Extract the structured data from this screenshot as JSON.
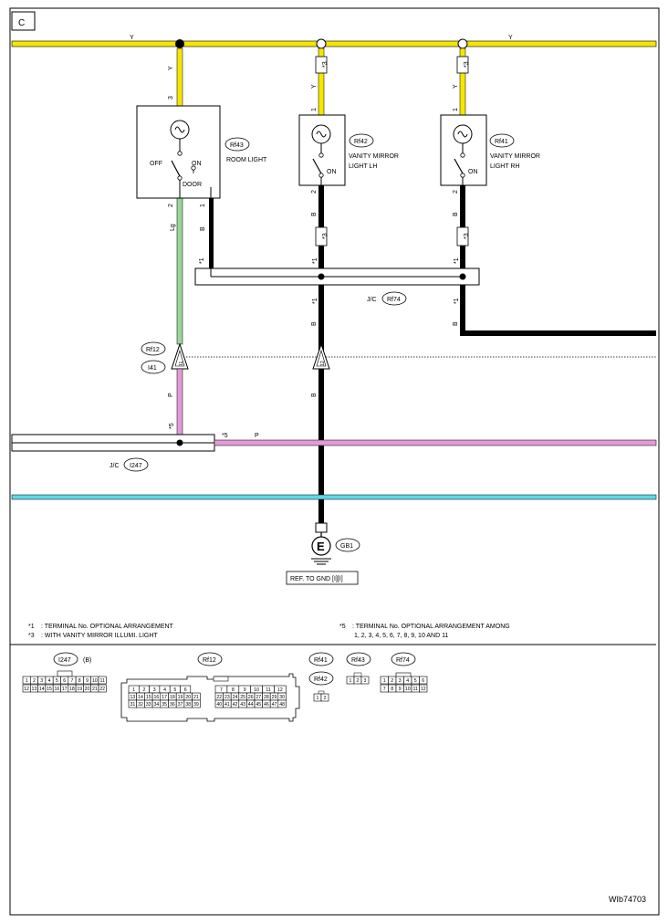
{
  "section_label": "C",
  "footer_code": "WIb74703",
  "colors": {
    "Y": "#f5e600",
    "Lg": "#9ad59a",
    "P": "#e39ad8",
    "B": "#000000",
    "cyan": "#5fd7e8"
  },
  "wire_labels": {
    "y_top_left": "Y",
    "y_top_right": "Y",
    "y_drop_left": "Y",
    "y_drop_mid": "Y",
    "y_drop_right": "Y",
    "lg": "Lg",
    "b_room": "B",
    "b_lh_upper": "B",
    "b_rh_upper": "B",
    "b_lh_lower": "B",
    "b_rh_lower": "B",
    "b_lh_ground": "B",
    "p_vertical": "P",
    "p_horizontal": "P"
  },
  "stars": {
    "s3_lh_top": "*3",
    "s3_rh_top": "*3",
    "s3_lh_mid": "*3",
    "s3_rh_mid": "*3",
    "s1_room_jc": "*1",
    "s1_lh_jc": "*1",
    "s1_rh_jc": "*1",
    "s1_lh_below": "*1",
    "s1_rh_below": "*1",
    "s5_vertical": "*5",
    "s5_horizontal": "*5"
  },
  "pins": {
    "room_3": "3",
    "room_2": "2",
    "room_1": "1",
    "lh_1": "1",
    "lh_2": "2",
    "rh_1": "1",
    "rh_2": "2",
    "rf12_11": "11",
    "rf12_12": "12"
  },
  "components": {
    "room_light": {
      "code": "Rf43",
      "name": "ROOM LIGHT",
      "off": "OFF",
      "on": "ON",
      "door": "DOOR"
    },
    "vanity_lh": {
      "code": "Rf42",
      "name_line1": "VANITY MIRROR",
      "name_line2": "LIGHT LH",
      "on": "ON"
    },
    "vanity_rh": {
      "code": "Rf41",
      "name_line1": "VANITY MIRROR",
      "name_line2": "LIGHT RH",
      "on": "ON"
    },
    "jc_rf74": {
      "prefix": "J/C",
      "code": "Rf74"
    },
    "jc_i247": {
      "prefix": "J/C",
      "code": "I247"
    },
    "conn_rf12": {
      "code": "Rf12"
    },
    "conn_i41": {
      "code": "I41"
    },
    "ground": {
      "code": "GB1",
      "symbol": "E",
      "ref_text": "REF. TO GND [I][I]"
    }
  },
  "notes": {
    "n1_star": "*1",
    "n1_text": ": TERMINAL No. OPTIONAL ARRANGEMENT",
    "n3_star": "*3",
    "n3_text": ": WITH VANITY MIRROR ILLUMI. LIGHT",
    "n5_star": "*5",
    "n5_text_line1": ": TERMINAL No. OPTIONAL ARRANGEMENT AMONG",
    "n5_text_line2": "1, 2, 3, 4, 5, 6, 7, 8, 9, 10 AND 11"
  },
  "connectors": {
    "i247": {
      "code": "I247",
      "suffix": "(B)",
      "row1": [
        "1",
        "2",
        "3",
        "4",
        "5",
        "6",
        "7",
        "8",
        "9",
        "10",
        "11"
      ],
      "row2": [
        "12",
        "13",
        "14",
        "15",
        "16",
        "17",
        "18",
        "19",
        "20",
        "21",
        "22"
      ]
    },
    "rf12": {
      "code": "Rf12",
      "left_row1": [
        "1",
        "2",
        "3",
        "4",
        "5",
        "6"
      ],
      "left_row2": [
        "13",
        "14",
        "15",
        "16",
        "17",
        "18",
        "19",
        "20",
        "21"
      ],
      "left_row3": [
        "31",
        "32",
        "33",
        "34",
        "35",
        "36",
        "37",
        "38",
        "39"
      ],
      "right_row1": [
        "7",
        "8",
        "9",
        "10",
        "11",
        "12"
      ],
      "right_row2": [
        "22",
        "23",
        "24",
        "25",
        "26",
        "27",
        "28",
        "29",
        "30"
      ],
      "right_row3": [
        "40",
        "41",
        "42",
        "43",
        "44",
        "45",
        "46",
        "47",
        "48"
      ]
    },
    "rf41": {
      "code": "Rf41"
    },
    "rf42": {
      "code": "Rf42",
      "pins": [
        "1",
        "2"
      ]
    },
    "rf43": {
      "code": "Rf43",
      "pins": [
        "1",
        "2",
        "3"
      ]
    },
    "rf74": {
      "code": "Rf74",
      "row1": [
        "1",
        "2",
        "3",
        "4",
        "5",
        "6"
      ],
      "row2": [
        "7",
        "8",
        "9",
        "10",
        "11",
        "12"
      ]
    }
  }
}
